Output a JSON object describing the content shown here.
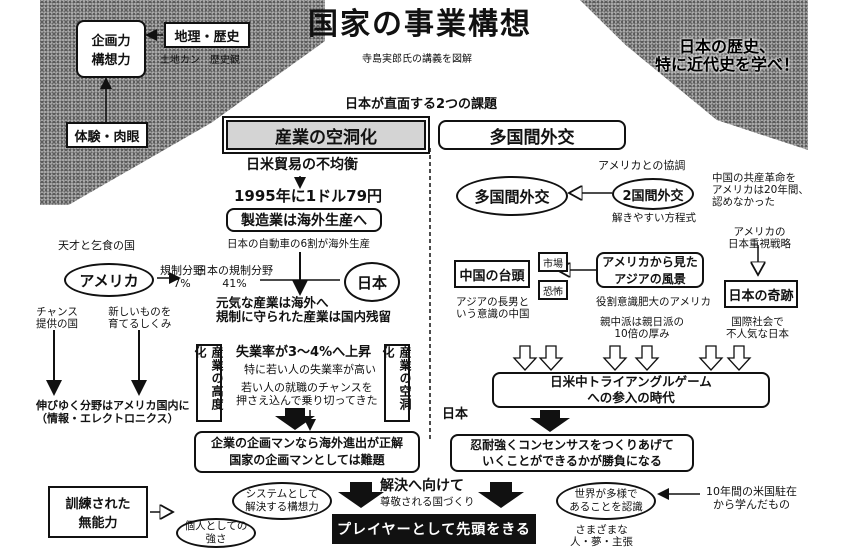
{
  "title": "国家の事業構想",
  "subtitle": "寺島実郎氏の講義を図解",
  "top_left": {
    "concept": "企画力\n構想力",
    "geo_history": "地理・歴史",
    "land_note": "土地カン　歴史観",
    "experience": "体験・肉眼"
  },
  "top_right": {
    "slogan": "日本の歴史、\n特に近代史を学べ！"
  },
  "issues_heading": "日本が直面する2つの課題",
  "left_header": "産業の空洞化",
  "right_header": "多国間外交",
  "left": {
    "trade": "日米貿易の不均衡",
    "rate": "1995年に1ドル79円",
    "offshore": "製造業は海外生産へ",
    "auto": "日本の自動車の6割が海外生産",
    "genius": "天才と乞食の国",
    "america": "アメリカ",
    "japan": "日本",
    "reg_us": "規制分野\n7%",
    "reg_jp": "日本の規制分野\n41%",
    "healthy": "元気な産業は海外へ\n規制に守られた産業は国内残留",
    "chance": "チャンス\n提供の国",
    "new": "新しいものを\n育てるしくみ",
    "unemp1": "失業率が3〜4%へ上昇",
    "unemp2": "特に若い人の失業率が高い",
    "young": "若い人の就職のチャンスを\n押さえ込んで乗り切ってきた",
    "v_left": "産業の高度化",
    "v_right": "産業の空洞化",
    "growth": "伸びゆく分野はアメリカ国内に\n（情報・エレクトロニクス）",
    "planner": "企業の企画マンなら海外進出が正解\n国家の企画マンとしては難題"
  },
  "right": {
    "coop": "アメリカとの協調",
    "multi": "多国間外交",
    "bilat": "2国間外交",
    "formula": "解きやすい方程式",
    "china_rev": "中国の共産革命を\nアメリカは20年間、\n認めなかった",
    "china_rise": "中国の台頭",
    "market": "市場",
    "threat": "恐怖",
    "asia_view": "アメリカから見た\nアジアの風景",
    "us_focus": "アメリカの\n日本重視戦略",
    "miracle": "日本の奇跡",
    "china_note": "アジアの長男と\nいう意識の中国",
    "bloated": "役割意識肥大のアメリカ",
    "pro_china": "親中派は親日派の\n10倍の厚み",
    "intl": "国際社会で\n不人気な日本",
    "triangle": "日米中トライアングルゲーム\nへの参入の時代",
    "japan_label": "日本",
    "consensus": "忍耐強くコンセンサスをつくりあげて\nいくことができるかが勝負になる"
  },
  "bottom": {
    "solution": "解決へ向けて",
    "sought": "尊敬される国づくり",
    "trained": "訓練された\n無能力",
    "system": "システムとして\n解決する構想力",
    "individual": "個人としての\n強さ",
    "player": "プレイヤーとして先頭をきる",
    "world": "世界が多様で\nあることを認識",
    "various": "さまざまな\n人・夢・主張",
    "ten_years": "10年間の米国駐在\nから学んだもの"
  }
}
